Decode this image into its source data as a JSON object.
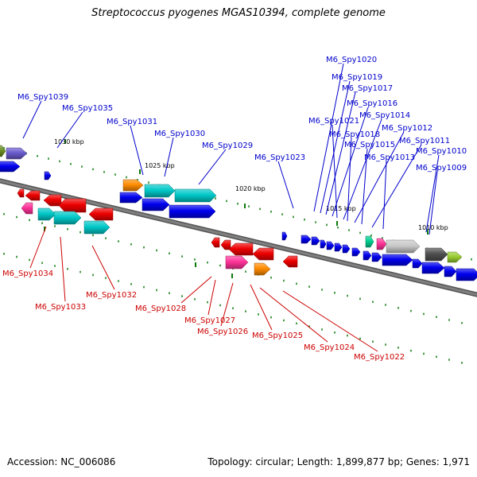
{
  "title": "Streptococcus pyogenes MGAS10394, complete genome",
  "footer": {
    "accession": "Accession: NC_006086",
    "topology": "Topology: circular; Length: 1,899,877 bp; Genes: 1,971"
  },
  "colors": {
    "forward": "#0000ee",
    "reverse": "#ee0000",
    "backbone": "#808080",
    "tick": "#0a7a0a",
    "forward_label": "#0000cc",
    "reverse_label": "#cc0000"
  },
  "scale_labels": [
    "1030 kbp",
    "1025 kbp",
    "1020 kbp",
    "1015 kbp",
    "1010 kbp"
  ],
  "forward_gene_labels": [
    "M6_Spy1039",
    "M6_Spy1035",
    "M6_Spy1031",
    "M6_Spy1030",
    "M6_Spy1029",
    "M6_Spy1023",
    "M6_Spy1020",
    "M6_Spy1019",
    "M6_Spy1017",
    "M6_Spy1016",
    "M6_Spy1021",
    "M6_Spy1014",
    "M6_Spy1018",
    "M6_Spy1012",
    "M6_Spy1015",
    "M6_Spy1011",
    "M6_Spy1013",
    "M6_Spy1010",
    "M6_Spy1009"
  ],
  "reverse_gene_labels": [
    "M6_Spy1034",
    "M6_Spy1033",
    "M6_Spy1032",
    "M6_Spy1028",
    "M6_Spy1027",
    "M6_Spy1026",
    "M6_Spy1025",
    "M6_Spy1024",
    "M6_Spy1022"
  ]
}
